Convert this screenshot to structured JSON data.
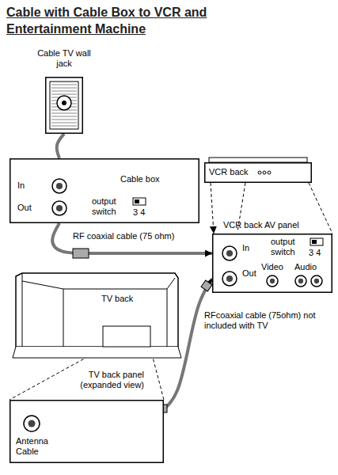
{
  "diagram": {
    "title": "Cable with Cable Box to VCR and Entertainment Machine",
    "nodes": [
      {
        "text": [
          "Cable TV wall jack"
        ]
      },
      {
        "text": [
          "Cable box",
          "In",
          "Out",
          "output switch",
          "3 4"
        ]
      },
      {
        "text": [
          "VCR back"
        ]
      },
      {
        "text": [
          "VCR back AV panel",
          "In",
          "Out",
          "output switch",
          "3 4",
          "Video",
          "Audio"
        ]
      },
      {
        "text": [
          "TV back"
        ]
      },
      {
        "text": [
          "TV back panel (expanded view)",
          "Antenna Cable"
        ]
      }
    ],
    "edges": [
      {
        "from": 0,
        "to": 1,
        "arrow": "none"
      },
      {
        "from": 1,
        "to": 3,
        "label": "RF coaxial cable (75 ohm)",
        "arrow": "to"
      },
      {
        "from": 2,
        "to": 3,
        "arrow": "to"
      },
      {
        "from": 5,
        "to": 3,
        "label": "RFcoaxial cable (75ohm) not included with TV",
        "arrow": "to"
      },
      {
        "from": 4,
        "to": 5,
        "arrow": "none"
      }
    ]
  }
}
